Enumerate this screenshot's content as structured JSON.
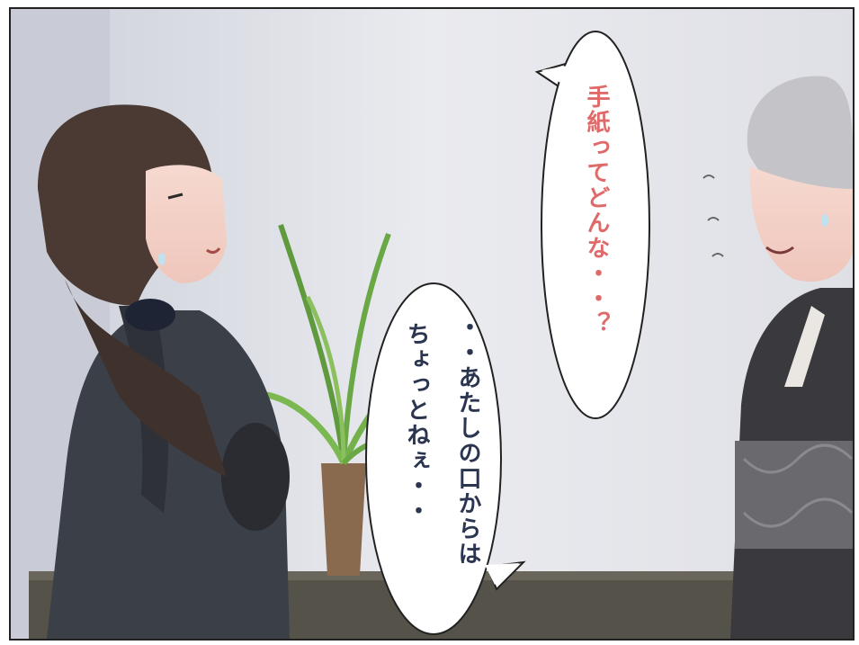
{
  "bubbles": {
    "top": "手紙ってどんな・・？",
    "bottom_line1": "・・あたしの口からは",
    "bottom_line2": "ちょっとねぇ・・"
  },
  "colors": {
    "top_text": "#e06a6a",
    "bottom_text": "#2b3550",
    "wall": "#e9eaee",
    "jacket": "#3b3f48",
    "kimono": "#3a3a3e"
  },
  "icons": [
    "sweat-drop-icon",
    "exclamation-lines-icon"
  ]
}
